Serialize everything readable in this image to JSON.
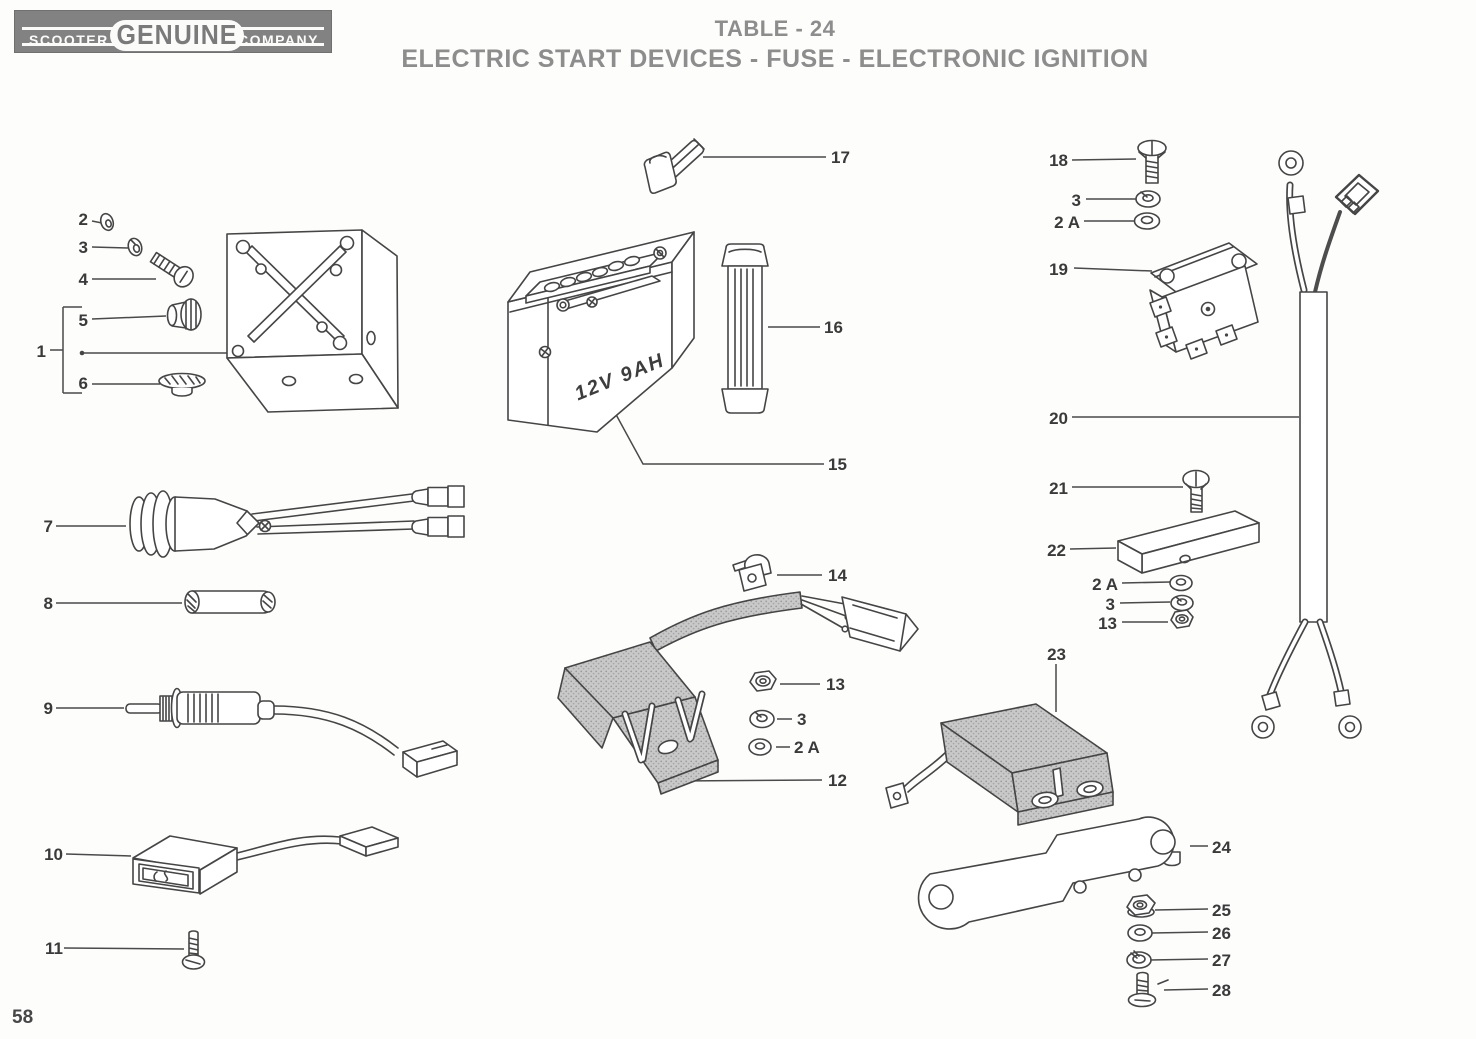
{
  "logo": {
    "left": "SCOOTER",
    "center": "GENUINE",
    "right": "COMPANY"
  },
  "title": {
    "line1": "TABLE - 24",
    "line2": "ELECTRIC START DEVICES - FUSE - ELECTRONIC IGNITION"
  },
  "page_number": "58",
  "battery_label": "12V 9AH",
  "callouts": {
    "n1": "1",
    "n2": "2",
    "n3": "3",
    "n4": "4",
    "n5": "5",
    "n6": "6",
    "n7": "7",
    "n8": "8",
    "n9": "9",
    "n10": "10",
    "n11": "11",
    "n12": "12",
    "n13": "13",
    "n14": "14",
    "n15": "15",
    "n16": "16",
    "n17": "17",
    "n18": "18",
    "n19": "19",
    "n20": "20",
    "n21": "21",
    "n22": "22",
    "n23": "23",
    "n24": "24",
    "n25": "25",
    "n26": "26",
    "n27": "27",
    "n28": "28",
    "n2a": "2 A"
  }
}
